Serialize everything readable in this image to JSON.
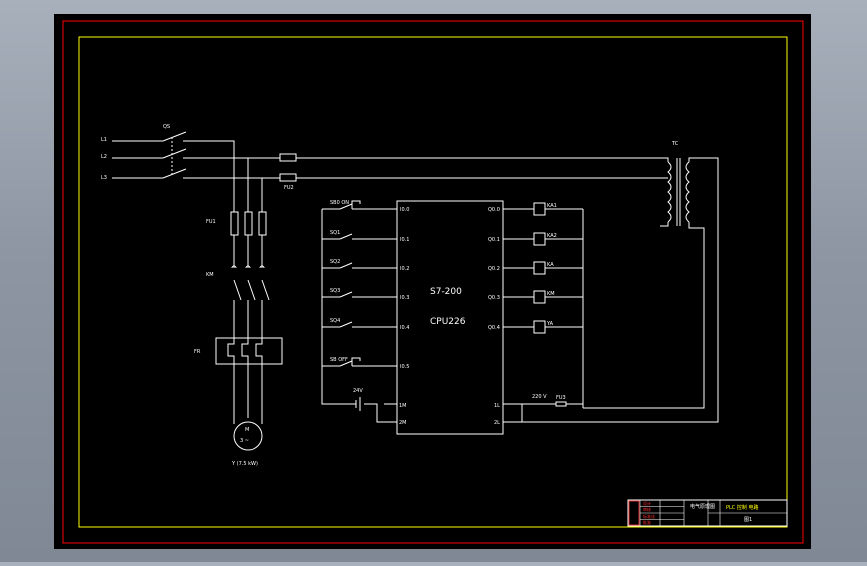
{
  "colors": {
    "background": "#000000",
    "outer_border": "#ff0000",
    "inner_border": "#ffff00",
    "wire": "#ffffff",
    "title_red": "#ff3030",
    "title_yellow": "#ffff00"
  },
  "power": {
    "lines": [
      "L1",
      "L2",
      "L3"
    ],
    "switch": "QS",
    "fuse_main": "FU1",
    "fuse_control": "FU2",
    "contactor": "KM",
    "thermal_relay": "FR",
    "motor_label": "M",
    "motor_phase": "3 ~",
    "motor_spec": "Y (7.5 kW)"
  },
  "transformer": "TC",
  "plc": {
    "model": "S7-200",
    "cpu": "CPU226",
    "inputs": [
      {
        "pin": "I0.0",
        "device": "SB0 ON"
      },
      {
        "pin": "I0.1",
        "device": "SQ1"
      },
      {
        "pin": "I0.2",
        "device": "SQ2"
      },
      {
        "pin": "I0.3",
        "device": "SQ3"
      },
      {
        "pin": "I0.4",
        "device": "SQ4"
      },
      {
        "pin": "I0.5",
        "device": "SB OFF"
      }
    ],
    "common_in": [
      "1M",
      "2M"
    ],
    "supply_label": "24V",
    "outputs": [
      {
        "pin": "Q0.0",
        "device": "KA1"
      },
      {
        "pin": "Q0.1",
        "device": "KA2"
      },
      {
        "pin": "Q0.2",
        "device": "KA"
      },
      {
        "pin": "Q0.3",
        "device": "KM"
      },
      {
        "pin": "Q0.4",
        "device": "YA"
      }
    ],
    "common_out": [
      "1L",
      "2L"
    ],
    "output_supply": "220 V",
    "output_fuse": "FU3"
  },
  "title_block": {
    "drawing_title": "PLC 控制 电路",
    "sheet_no": "图1",
    "rows": [
      "设计",
      "审核",
      "标准化",
      "批准"
    ],
    "middle_label": "电气原理图"
  }
}
